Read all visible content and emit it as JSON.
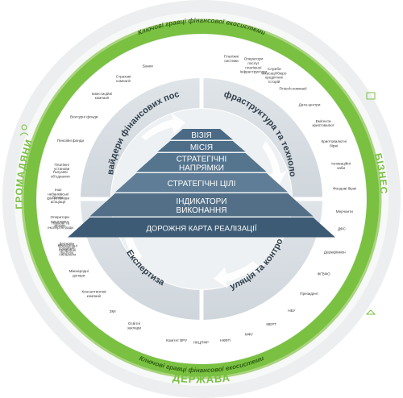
{
  "outer_ring": {
    "labels": [
      {
        "key": "business",
        "text": "БІЗНЕС"
      },
      {
        "key": "state",
        "text": "ДЕРЖАВА"
      },
      {
        "key": "citizens",
        "text": "ГРОМАДЯНИ"
      }
    ],
    "green_band_top": "Ключові гравці фінансової екосистеми",
    "green_band_bottom": "Ключові гравці фінансової екосистеми"
  },
  "quadrants": {
    "providers": "Провайдери фінансових послуг",
    "infrastructure": "Інфраструктура та технології",
    "expertise": "Експертиза",
    "regulation": "Регуляція та контроль"
  },
  "pyramid": {
    "levels": [
      "ВІЗІЯ",
      "МІСІЯ",
      "СТРАТЕГІЧНІ НАПРЯМКИ",
      "СТРАТЕГІЧНІ ЦІЛІ",
      "ІНДИКАТОРИ ВИКОНАННЯ",
      "ДОРОЖНЯ КАРТА РЕАЛІЗАЦІЇ"
    ]
  },
  "actors": {
    "providers": [
      "Банки",
      "Страхові компанії",
      "Інвестиційні компанії",
      "Венчурні фонди",
      "Пенсійні фонди",
      "Платіжні установи",
      "Інші небанківські фін установи",
      "Оператори поштового зв'язку",
      "Держави соціальні послуги"
    ],
    "infrastructure": [
      "Платіжні системи",
      "Оператори послуг платіжної інфраструктури",
      "Служби інкасації/бюро кредитних історій",
      "Fintech-компанії",
      "Дата-центри",
      "Емітенти криптовалют",
      "Криптовалютні біржі",
      "Інноваційні хаби",
      "Фондові біржі",
      "Мерчанти"
    ],
    "expertise": [
      "Освітні заклади",
      "ЗМІ",
      "Консалтингові компанії",
      "Міжнародні донори",
      "Міжнародні профільні спільноти",
      "Наукові та експертні ради",
      "Бізнес асоціації",
      "Галузеві об'єднання"
    ],
    "regulation": [
      "ДФС",
      "Держфінмон",
      "ФГВФО",
      "Президент",
      "НБУ",
      "МЕРТ",
      "МФУ",
      "НКФП",
      "НКЦПФР",
      "Комітет ВРУ"
    ]
  },
  "colors": {
    "green": "#7ac142",
    "green_light": "#a9d47d",
    "ring_gray": "#e9ebec",
    "quad_gray": "#d5dbe0",
    "pyramid": [
      "#4a6a85",
      "#4e6e88",
      "#55758f",
      "#5f7d96",
      "#526f87",
      "#3d5b74"
    ]
  }
}
